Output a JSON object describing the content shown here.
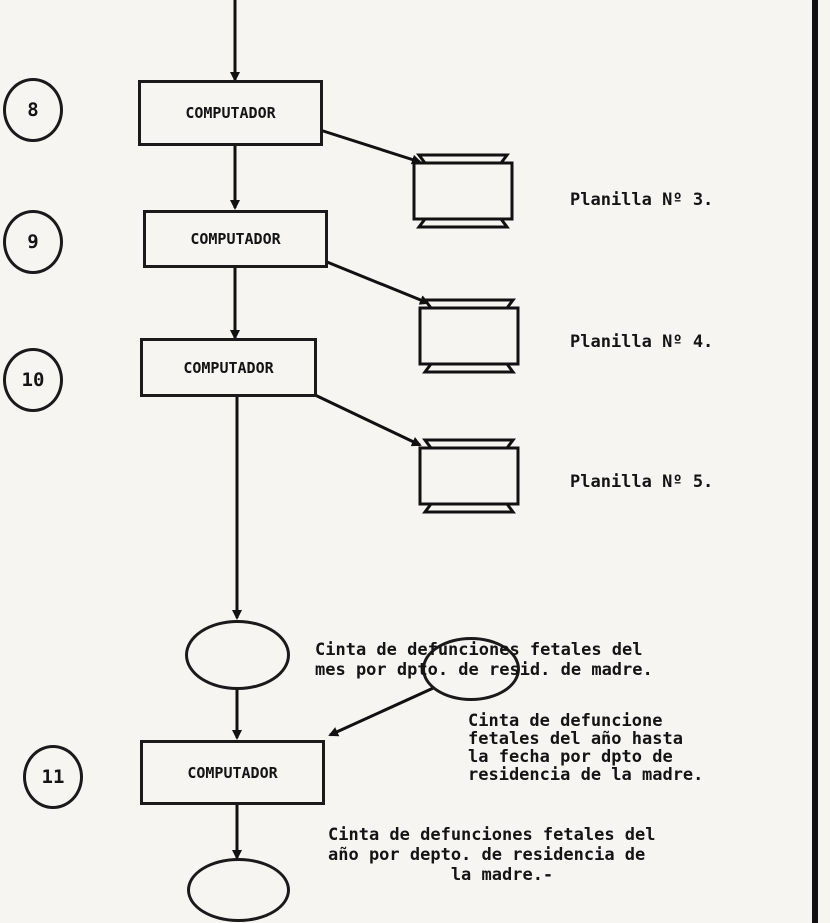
{
  "steps": {
    "s8": "8",
    "s9": "9",
    "s10": "10",
    "s11": "11"
  },
  "processes": {
    "p8": "COMPUTADOR",
    "p9": "COMPUTADOR",
    "p10": "COMPUTADOR",
    "p11": "COMPUTADOR"
  },
  "outputs": {
    "planilla3": "Planilla Nº 3.",
    "planilla4": "Planilla Nº 4.",
    "planilla5": "Planilla Nº 5."
  },
  "tapes": {
    "monthly": "Cinta de defunciones fetales del\nmes por dpto. de resid. de madre.",
    "ytd": "Cinta de defuncione\nfetales del año hasta\nla fecha por dpto de\nresidencia de la madre.",
    "year": "Cinta de defunciones fetales del\naño por depto. de residencia de\n            la madre.-"
  }
}
